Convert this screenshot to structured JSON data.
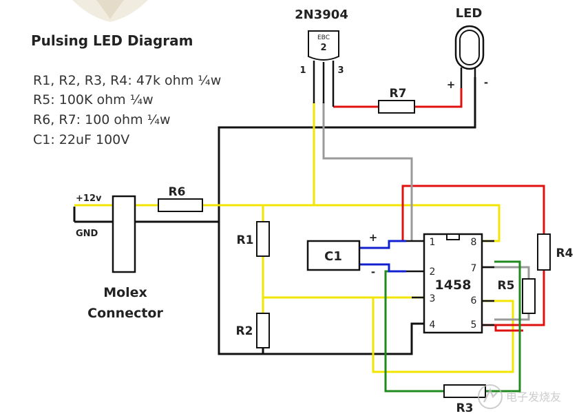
{
  "title": "Pulsing LED Diagram",
  "specs": [
    "R1, R2, R3, R4: 47k ohm ¼w",
    "R5: 100K ohm ¼w",
    "R6, R7: 100 ohm ¼w",
    "C1: 22uF 100V"
  ],
  "transistor": {
    "name": "2N3904",
    "pins_label": "EBC",
    "body_number": "2",
    "pin_left": "1",
    "pin_right": "3"
  },
  "led": {
    "label": "LED",
    "plus": "+",
    "minus": "-"
  },
  "power": {
    "vplus": "+12v",
    "gnd": "GND"
  },
  "connector": {
    "line1": "Molex",
    "line2": "Connector"
  },
  "resistors": {
    "r1": "R1",
    "r2": "R2",
    "r3": "R3",
    "r4": "R4",
    "r5": "R5",
    "r6": "R6",
    "r7": "R7"
  },
  "capacitor": {
    "label": "C1",
    "plus": "+",
    "minus": "-"
  },
  "ic": {
    "name": "1458",
    "pins": [
      "1",
      "2",
      "3",
      "4",
      "5",
      "6",
      "7",
      "8"
    ]
  },
  "watermark": "电子发烧友",
  "colors": {
    "black": "#111111",
    "yellow": "#f2e600",
    "red": "#e01010",
    "gray": "#9a9a9a",
    "green": "#1f8a1f",
    "blue": "#1020d0"
  }
}
